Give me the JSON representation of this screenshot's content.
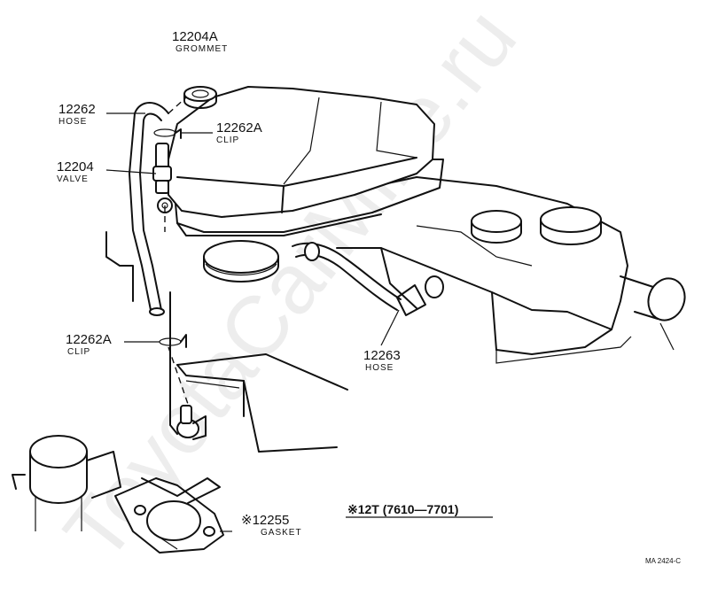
{
  "watermark": "ToyotaCarMine.ru",
  "parts": [
    {
      "number": "12204A",
      "name": "GROMMET"
    },
    {
      "number": "12262",
      "name": "HOSE"
    },
    {
      "number": "12262A",
      "name": "CLIP"
    },
    {
      "number": "12204",
      "name": "VALVE"
    },
    {
      "number": "12262A",
      "name": "CLIP"
    },
    {
      "number": "12263",
      "name": "HOSE"
    },
    {
      "number": "※12255",
      "name": "GASKET"
    }
  ],
  "model_note": "※12T (7610—7701)",
  "reference": "MA 2424-C"
}
